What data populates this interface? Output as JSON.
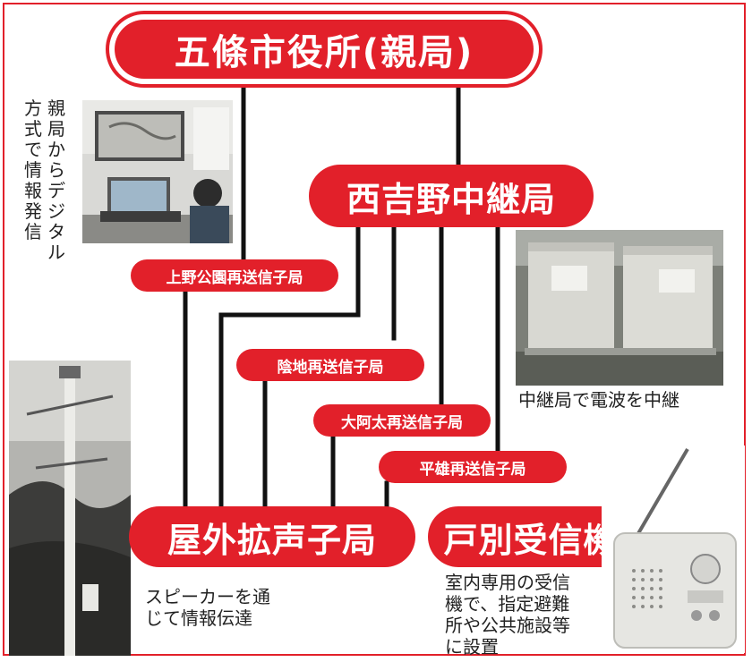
{
  "parent_station": "五條市役所(親局)",
  "relay_station": "西吉野中継局",
  "sub_stations": {
    "ueno": "上野公園再送信子局",
    "ochi": "陰地再送信子局",
    "oata": "大阿太再送信子局",
    "hirao": "平雄再送信子局"
  },
  "outdoor_speaker": "屋外拡声子局",
  "household_receiver": "戸別受信機",
  "captions": {
    "vertical_col1": "親局からデジタル",
    "vertical_col2": "方式で情報発信",
    "relay_photo": "中継局で電波を中継",
    "speaker_line1": "スピーカーを通",
    "speaker_line2": "じて情報伝達",
    "receiver_line1": "室内専用の受信",
    "receiver_line2": "機で、指定避難",
    "receiver_line3": "所や公共施設等",
    "receiver_line4": "に設置"
  },
  "colors": {
    "accent": "#e2202a",
    "line": "#111111"
  }
}
